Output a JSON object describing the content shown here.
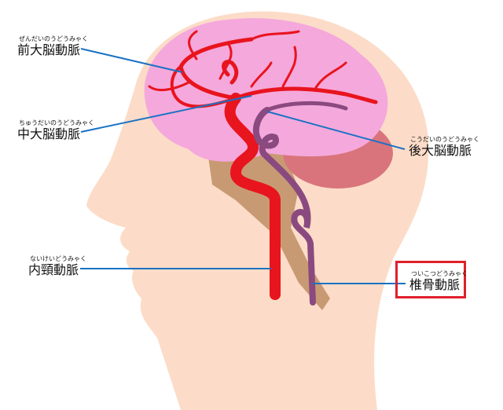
{
  "labels": {
    "aca": {
      "ruby": "ぜんだいのうどうみゃく",
      "name": "前大脳動脈"
    },
    "mca": {
      "ruby": "ちゅうだいのうどうみゃく",
      "name": "中大脳動脈"
    },
    "pca": {
      "ruby": "こうだいのうどうみゃく",
      "name": "後大脳動脈"
    },
    "ica": {
      "ruby": "ないけいどうみゃく",
      "name": "内頸動脈"
    },
    "va": {
      "ruby": "ついこつどうみゃく",
      "name": "椎骨動脈"
    }
  },
  "colors": {
    "skin": "#fcdcc8",
    "brain": "#f5a8dc",
    "cerebellum": "#d9747c",
    "brainstem": "#c89a74",
    "artery": "#e8141e",
    "vertebral": "#8a4a80",
    "leader": "#1a72c4",
    "highlight": "#e0202a"
  }
}
